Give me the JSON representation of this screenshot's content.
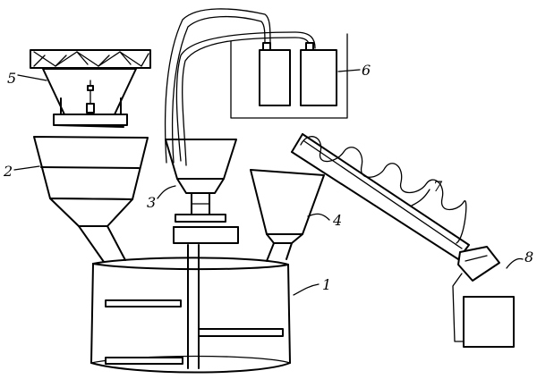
{
  "labels": {
    "mixing_tank": "1",
    "hopper_large": "2",
    "motor_hopper": "3",
    "hopper_small": "4",
    "feeder_top": "5",
    "control_box": "6",
    "screw_conveyor": "7",
    "receiver": "8"
  }
}
